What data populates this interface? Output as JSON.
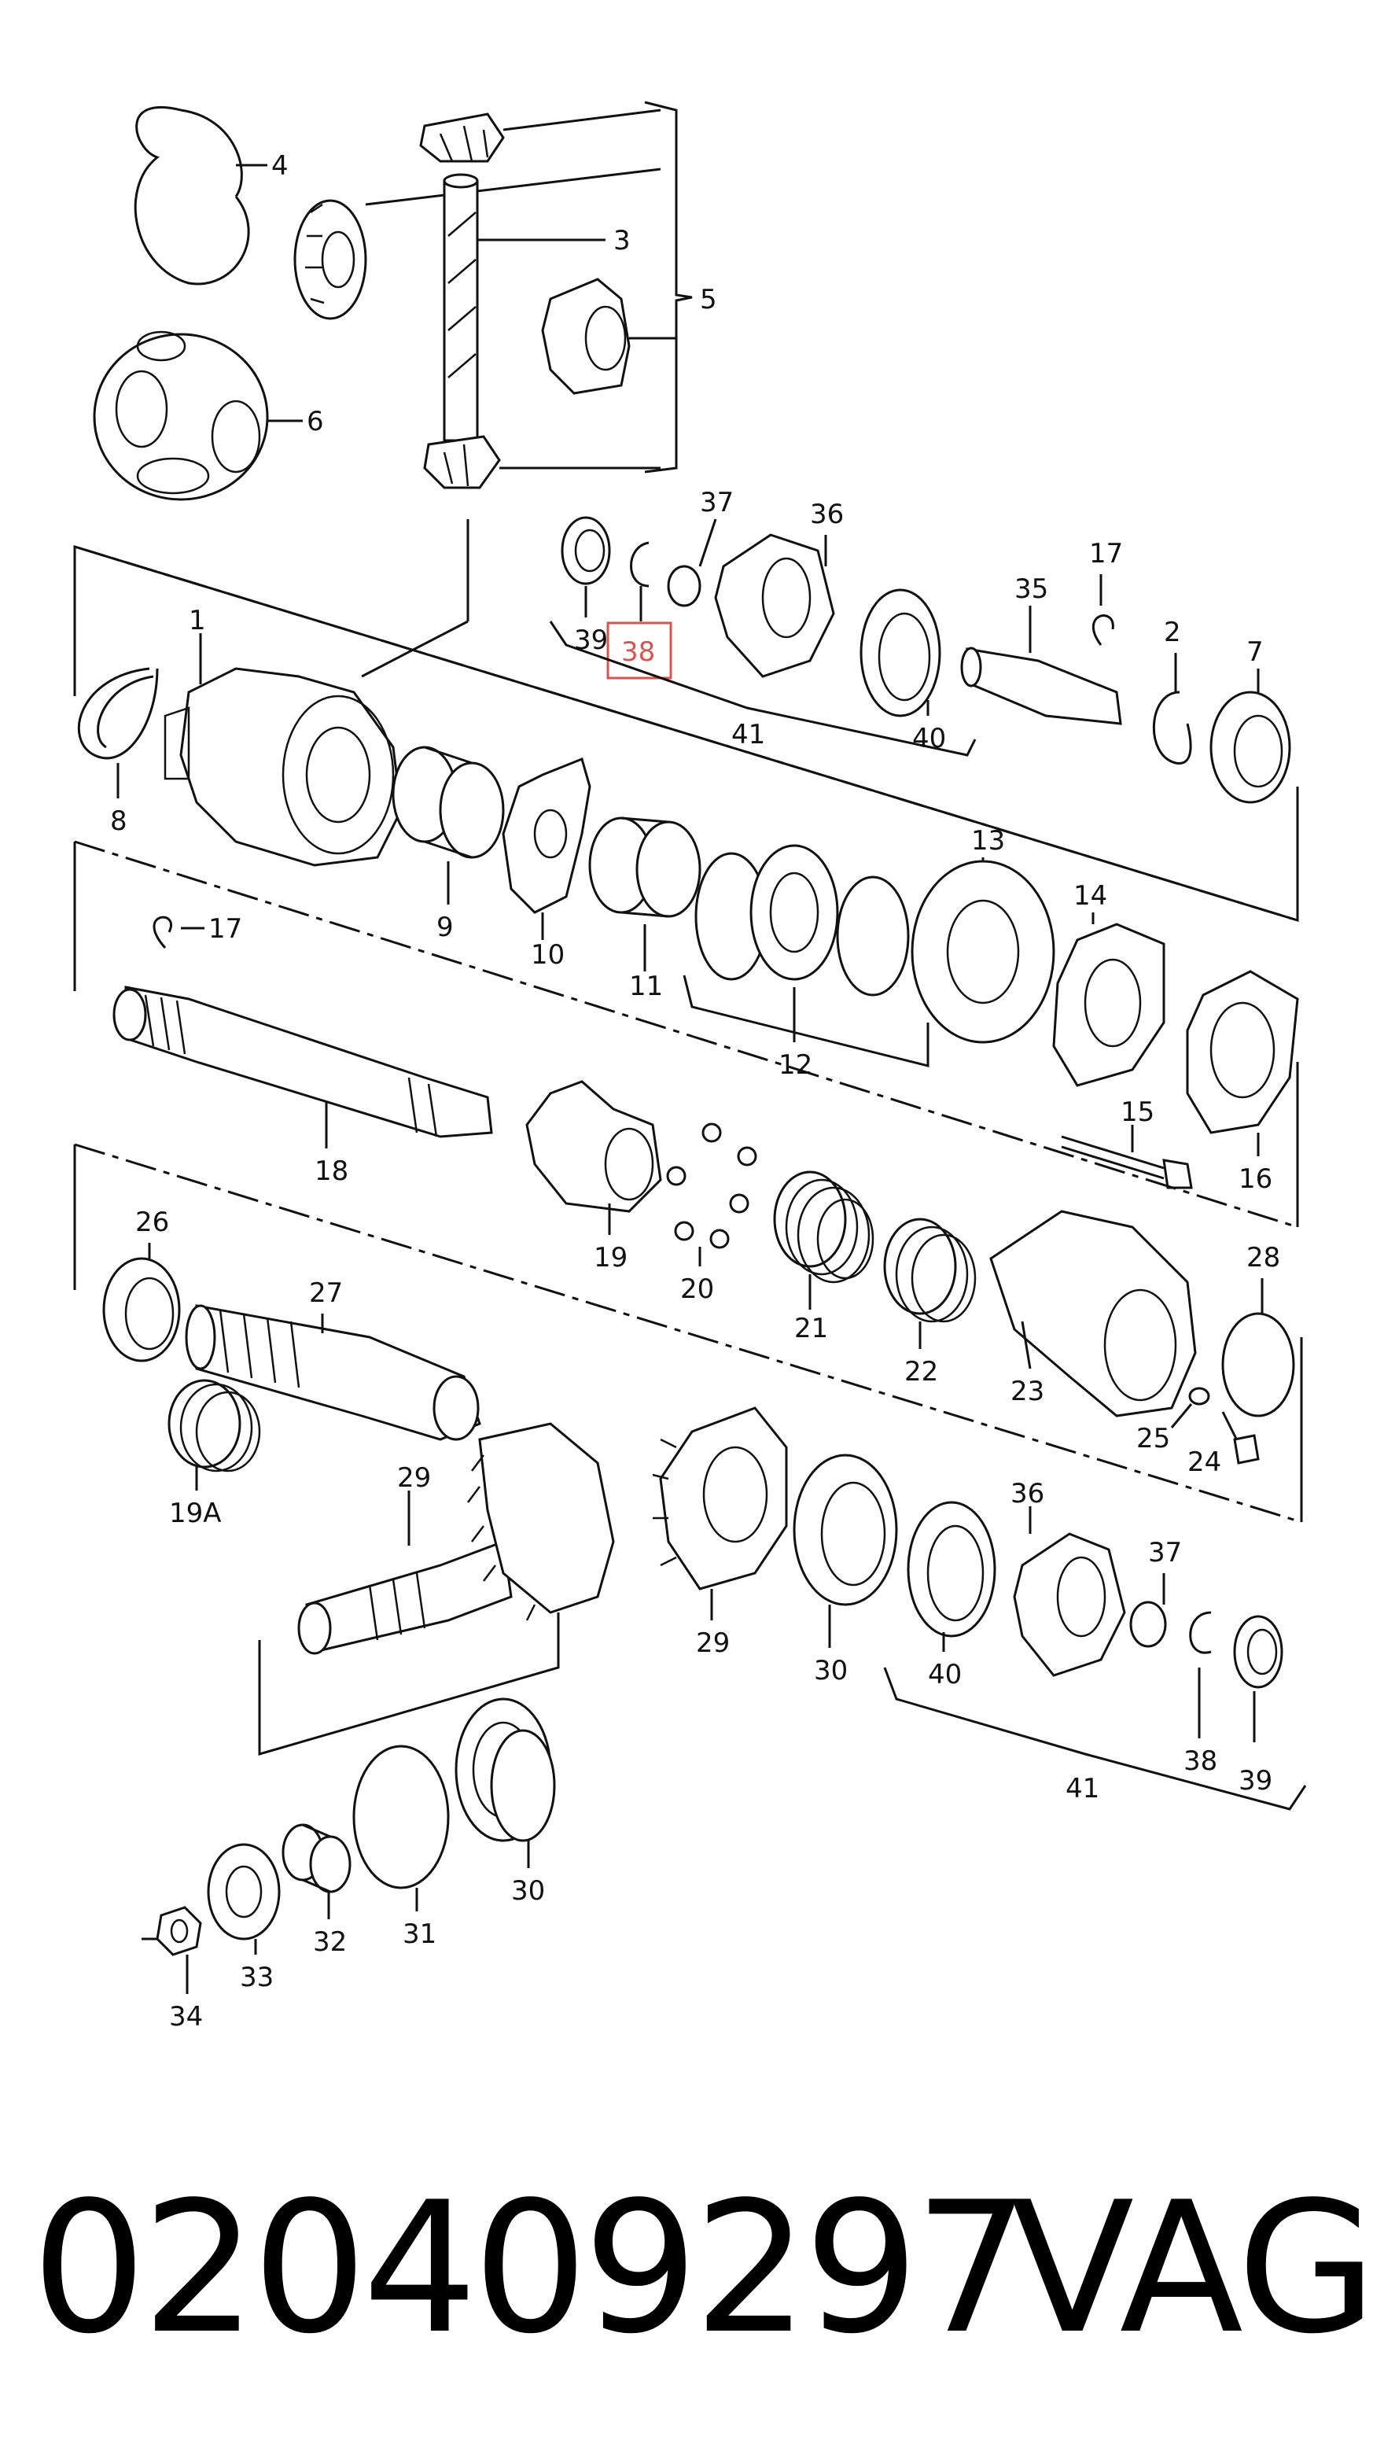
{
  "diagram": {
    "callouts": [
      "4",
      "3",
      "5",
      "6",
      "1",
      "8",
      "9",
      "10",
      "11",
      "12",
      "13",
      "14",
      "15",
      "16",
      "17",
      "18",
      "19",
      "20",
      "21",
      "22",
      "23",
      "24",
      "25",
      "26",
      "27",
      "28",
      "19A",
      "29",
      "30",
      "31",
      "32",
      "33",
      "34",
      "35",
      "36",
      "37",
      "38",
      "39",
      "40",
      "41",
      "2",
      "7"
    ],
    "highlighted_callout": "38",
    "highlight_color": "#d9534f"
  },
  "footer": {
    "part_number": "020409297",
    "brand": "VAG"
  }
}
